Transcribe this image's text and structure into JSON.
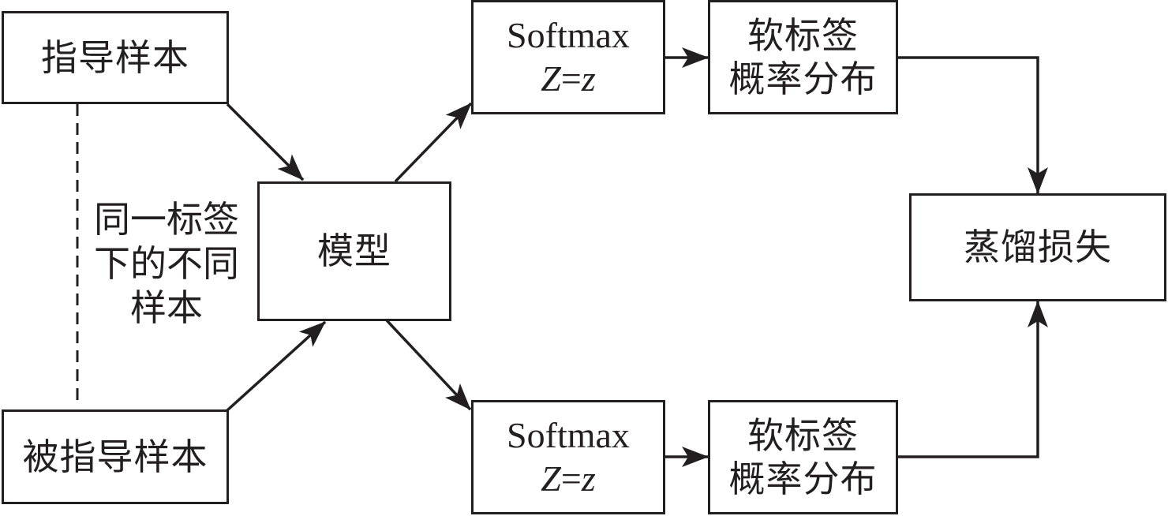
{
  "diagram": {
    "type": "flowchart",
    "title": "",
    "nodes": {
      "guide_sample": {
        "label": "指导样本"
      },
      "guided_sample": {
        "label": "被指导样本"
      },
      "model": {
        "label": "模型"
      },
      "softmax_top": {
        "line1": "Softmax",
        "line2_var": "Z",
        "line2_eq": "=",
        "line2_val": "z"
      },
      "softmax_bottom": {
        "line1": "Softmax",
        "line2_var": "Z",
        "line2_eq": "=",
        "line2_val": "z"
      },
      "soft_label_top": {
        "line1": "软标签",
        "line2": "概率分布"
      },
      "soft_label_bottom": {
        "line1": "软标签",
        "line2": "概率分布"
      },
      "distill_loss": {
        "label": "蒸馏损失"
      }
    },
    "annotation": {
      "line1": "同一标签",
      "line2": "下的不同",
      "line3": "样本"
    },
    "edges": [
      {
        "from": "guide_sample",
        "to": "model",
        "style": "arrow"
      },
      {
        "from": "guided_sample",
        "to": "model",
        "style": "arrow"
      },
      {
        "from": "guide_sample",
        "to": "guided_sample",
        "style": "dashed"
      },
      {
        "from": "model",
        "to": "softmax_top",
        "style": "arrow"
      },
      {
        "from": "model",
        "to": "softmax_bottom",
        "style": "arrow"
      },
      {
        "from": "softmax_top",
        "to": "soft_label_top",
        "style": "arrow"
      },
      {
        "from": "softmax_bottom",
        "to": "soft_label_bottom",
        "style": "arrow"
      },
      {
        "from": "soft_label_top",
        "to": "distill_loss",
        "style": "elbow-arrow"
      },
      {
        "from": "soft_label_bottom",
        "to": "distill_loss",
        "style": "elbow-arrow"
      }
    ],
    "colors": {
      "stroke": "#231f20",
      "background": "#ffffff"
    }
  }
}
